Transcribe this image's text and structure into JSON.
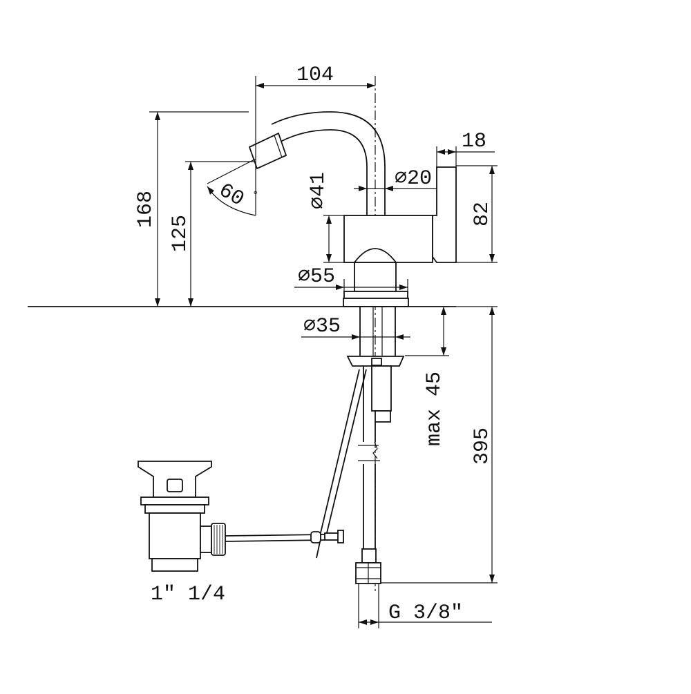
{
  "dimensions": {
    "width_top": "104",
    "height_total": "168",
    "height_spout": "125",
    "angle": "60",
    "degree_mark": "°",
    "knob_thickness": "18",
    "spout_diameter": "⌀20",
    "body_diameter_41": "⌀41",
    "knob_height": "82",
    "base_diameter_55": "⌀55",
    "shank_diameter_35": "⌀35",
    "max_thickness": "max 45",
    "total_length": "395",
    "drain_size": "1\" 1/4",
    "connection_size": "G 3/8\""
  }
}
